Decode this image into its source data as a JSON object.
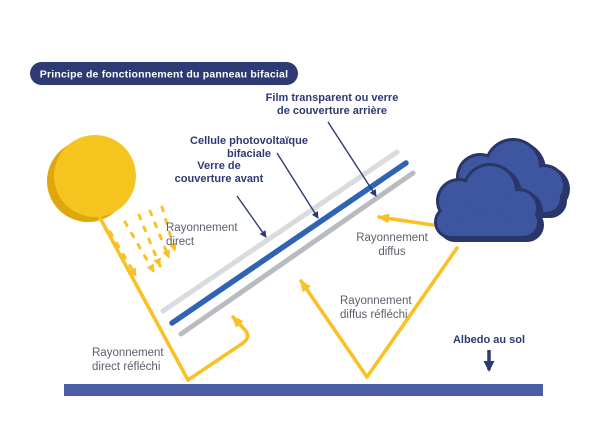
{
  "title": "Principe de fonctionnement du panneau bifacial",
  "layers": {
    "back_film": {
      "lines": [
        "Film transparent ou verre",
        "de couverture arrière"
      ]
    },
    "cell": {
      "lines": [
        "Cellule photovoltaïque",
        "bifaciale"
      ]
    },
    "front_glass": {
      "lines": [
        "Verre de",
        "couverture avant"
      ]
    }
  },
  "rays": {
    "direct": {
      "lines": [
        "Rayonnement",
        "direct"
      ]
    },
    "diffuse": {
      "lines": [
        "Rayonnement",
        "diffus"
      ]
    },
    "diffuse_reflected": {
      "lines": [
        "Rayonnement",
        "diffus réfléchi"
      ]
    },
    "direct_reflected": {
      "lines": [
        "Rayonnement",
        "direct réfléchi"
      ]
    }
  },
  "ground": {
    "albedo_label": "Albedo au sol"
  },
  "colors": {
    "navy": "#2D3A74",
    "cloud_outline": "#2A3669",
    "cloud_fill": "#3E55A0",
    "ground_bar": "#4A5EA6",
    "panel_cell_blue": "#2F63B4",
    "panel_front_gray": "#D9DCDE",
    "panel_back_gray": "#B8BCC0",
    "ray_yellow": "#F9C125",
    "sun_yellow": "#F6C41E",
    "sun_shadow_yellow": "#E0A70C",
    "label_gray": "#5C5F6B",
    "title_text": "#FFFFFF",
    "background": "#FFFFFF"
  }
}
